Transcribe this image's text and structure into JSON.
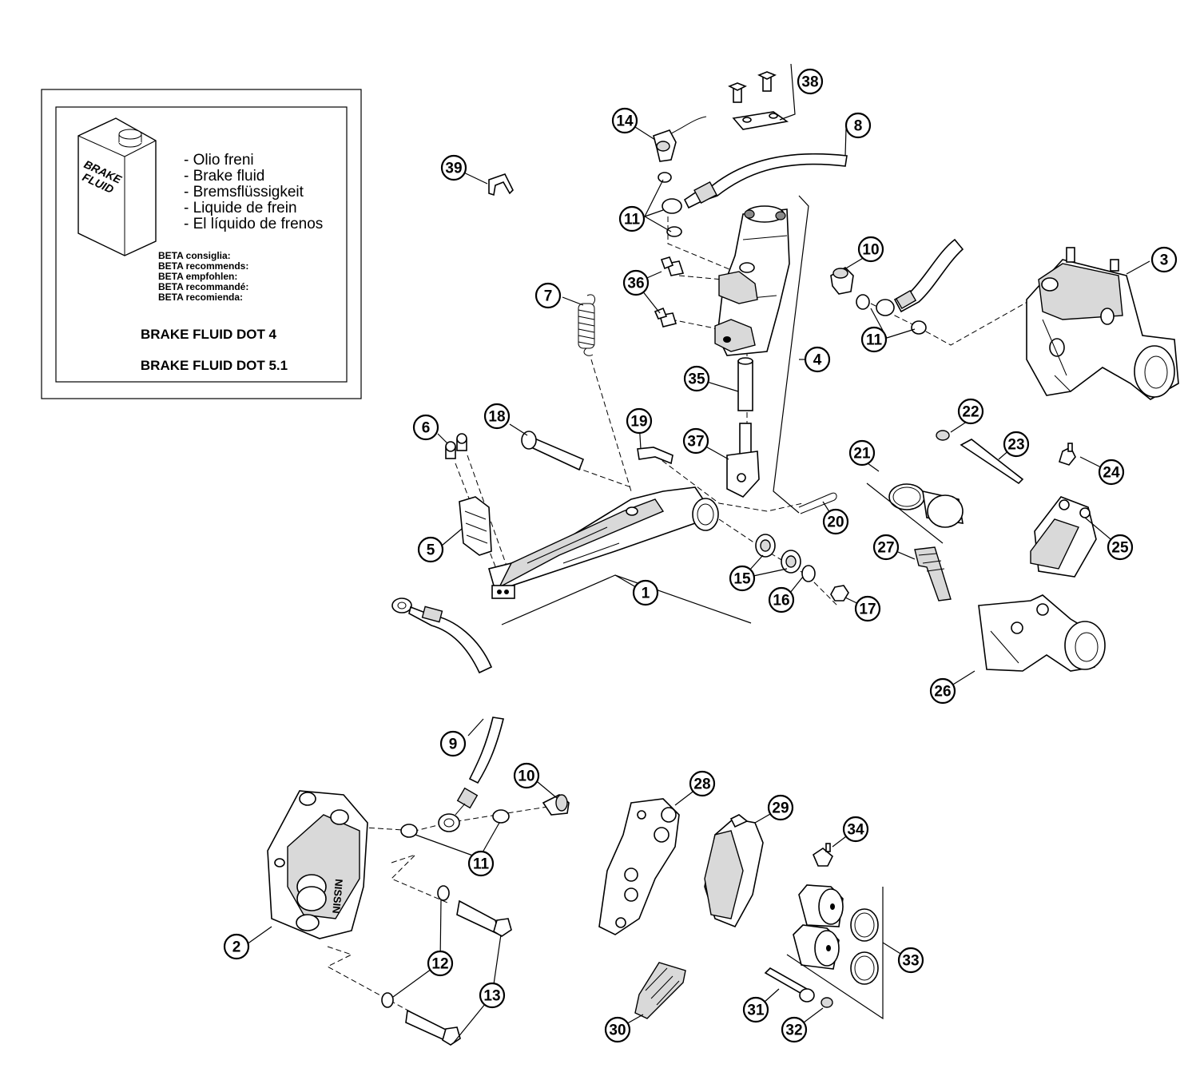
{
  "info_box": {
    "can_label_line1": "BRAKE",
    "can_label_line2": "FLUID",
    "languages": [
      "- Olio freni",
      "- Brake fluid",
      "- Bremsflüssigkeit",
      "- Liquide de frein",
      "- El líquido de frenos"
    ],
    "recommend": [
      "BETA consiglia:",
      "BETA recommends:",
      "BETA empfohlen:",
      "BETA recommandé:",
      "BETA recomienda:"
    ],
    "grade_1": "BRAKE FLUID DOT 4",
    "grade_2": "BRAKE FLUID DOT 5.1"
  },
  "brand_mark": "NISSIN",
  "callouts": [
    "1",
    "2",
    "3",
    "4",
    "5",
    "6",
    "7",
    "8",
    "9",
    "10",
    "10",
    "11",
    "11",
    "11",
    "12",
    "13",
    "14",
    "15",
    "16",
    "17",
    "18",
    "19",
    "20",
    "21",
    "22",
    "23",
    "24",
    "25",
    "26",
    "27",
    "28",
    "29",
    "30",
    "31",
    "32",
    "33",
    "34",
    "35",
    "36",
    "37",
    "38",
    "39"
  ]
}
